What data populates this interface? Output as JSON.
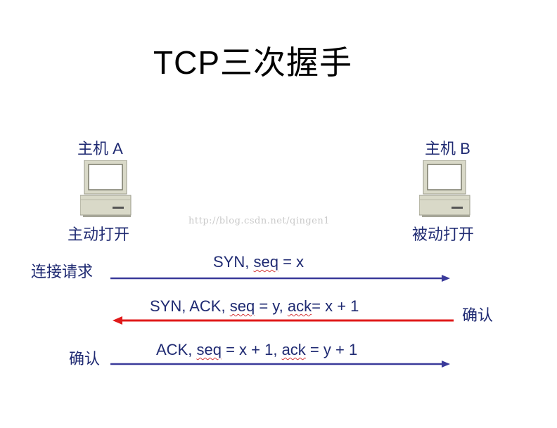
{
  "title": "TCP三次握手",
  "hostA": {
    "name": "主机 A",
    "mode": "主动打开"
  },
  "hostB": {
    "name": "主机 B",
    "mode": "被动打开"
  },
  "watermark": "http://blog.csdn.net/qingen1",
  "steps": [
    {
      "side_label": "连接请求",
      "msg_pre": "SYN, ",
      "seq": "seq",
      "msg_mid": " = x",
      "ack": "",
      "msg_post": "",
      "direction": "A-to-B",
      "color": "#3a3a9a"
    },
    {
      "side_label": "确认",
      "msg_pre": "SYN, ACK, ",
      "seq": "seq",
      "msg_mid": " = y, ",
      "ack": "ack",
      "msg_post": "= x + 1",
      "direction": "B-to-A",
      "color": "#e01a1a"
    },
    {
      "side_label": "确认",
      "msg_pre": "ACK, ",
      "seq": "seq",
      "msg_mid": " = x + 1, ",
      "ack": "ack",
      "msg_post": " = y + 1",
      "direction": "A-to-B",
      "color": "#3a3a9a"
    }
  ],
  "icons": {
    "hostA": "computer-icon",
    "hostB": "computer-icon"
  }
}
